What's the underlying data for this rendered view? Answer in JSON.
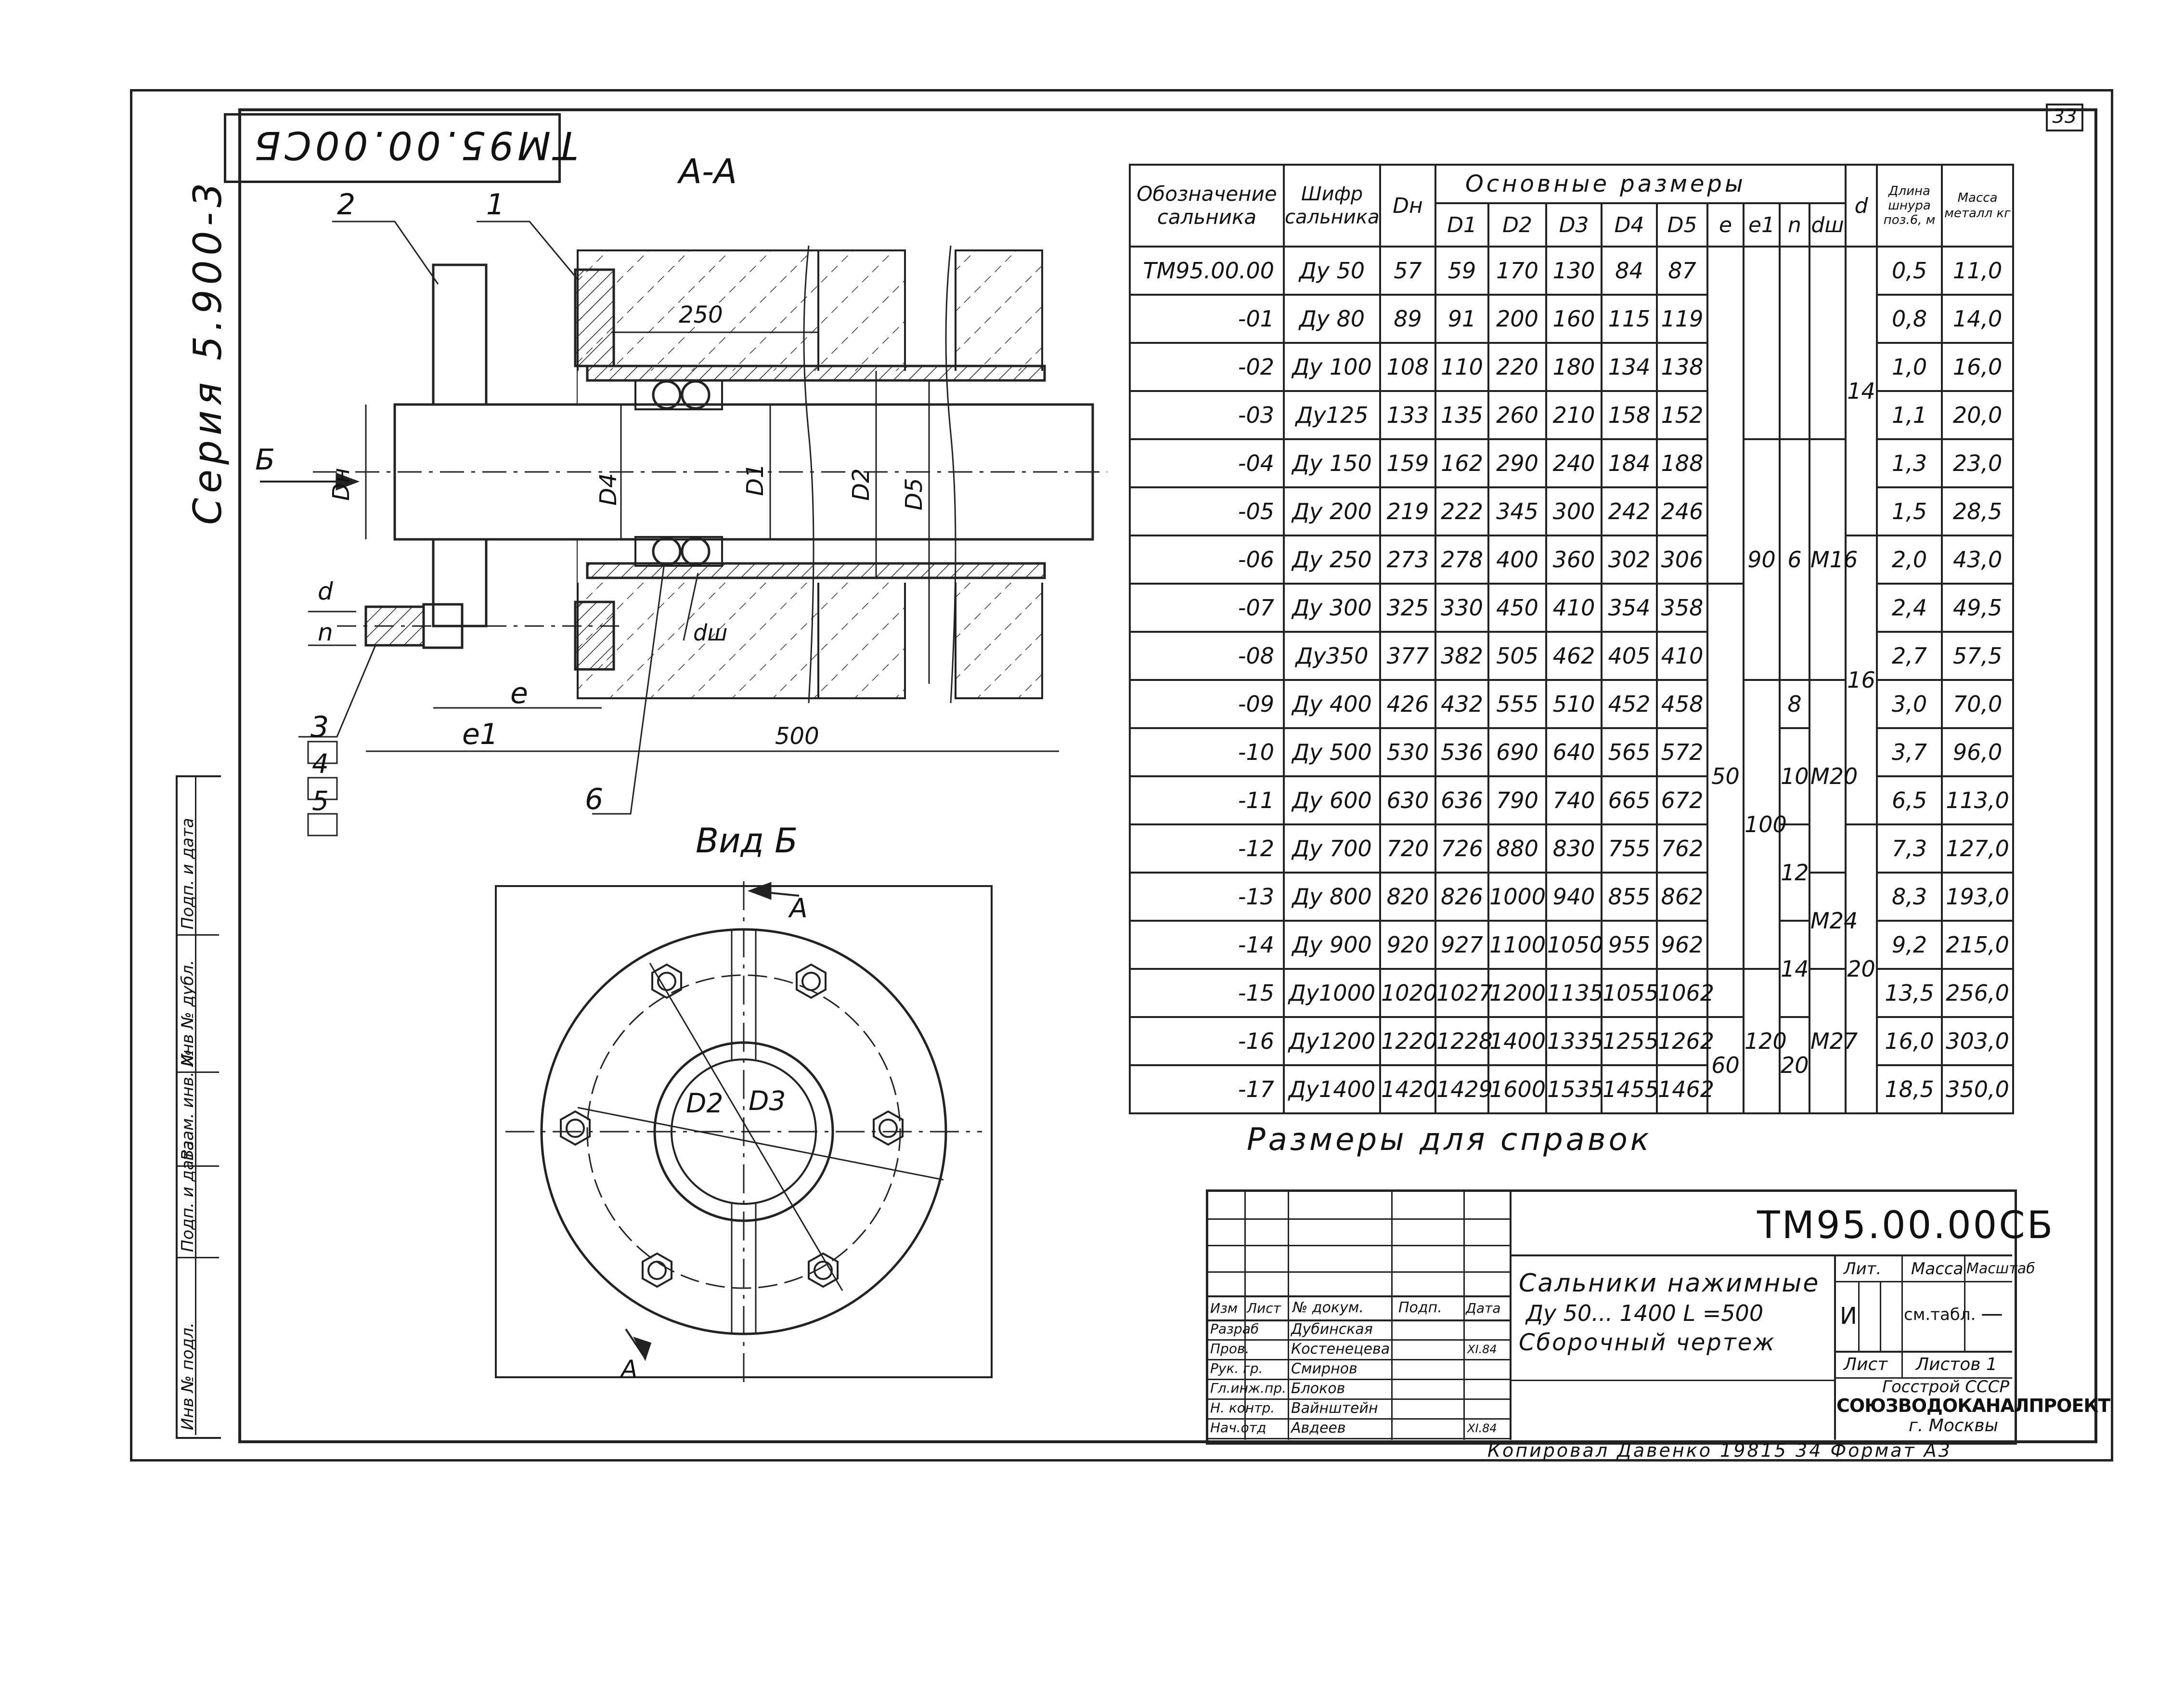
{
  "sheet": {
    "page_number": "33",
    "code_rotated": "ТМ95.00.00СБ",
    "series": "Серия 5.900-3",
    "copy_note": "Копировал Давенко 19815 34 Формат А3"
  },
  "section_view": {
    "title": "А-А",
    "callouts": [
      "2",
      "1",
      "3",
      "4",
      "5",
      "6"
    ],
    "labels": {
      "dn": "Dн",
      "d4": "D4",
      "d1": "D1",
      "d2": "D2",
      "d5": "D5",
      "d": "d",
      "n": "n",
      "dsh": "dш",
      "e": "e",
      "e1": "e1",
      "dim_250": "250",
      "dim_500": "500",
      "arrow_b": "Б"
    }
  },
  "view_b": {
    "title": "Вид Б",
    "cut_a_top": "А",
    "cut_a_bottom": "А",
    "d2": "D2",
    "d3": "D3"
  },
  "dims_table": {
    "headers": {
      "designation": "Обозначение сальника",
      "code": "Шифр сальника",
      "dn": "Dн",
      "main": "Основные размеры",
      "d1": "D1",
      "d2": "D2",
      "d3": "D3",
      "d4": "D4",
      "d5": "D5",
      "e": "e",
      "e1": "e1",
      "n": "n",
      "d": "d",
      "dsh": "dш",
      "cord": "Длина шнура поз.6, м",
      "mass": "Масса металл кг"
    },
    "rows": [
      [
        "ТМ95.00.00",
        "Ду 50",
        "57",
        "59",
        "170",
        "130",
        "84",
        "87",
        "0,5",
        "11,0"
      ],
      [
        "-01",
        "Ду 80",
        "89",
        "91",
        "200",
        "160",
        "115",
        "119",
        "0,8",
        "14,0"
      ],
      [
        "-02",
        "Ду 100",
        "108",
        "110",
        "220",
        "180",
        "134",
        "138",
        "1,0",
        "16,0"
      ],
      [
        "-03",
        "Ду125",
        "133",
        "135",
        "260",
        "210",
        "158",
        "152",
        "1,1",
        "20,0"
      ],
      [
        "-04",
        "Ду 150",
        "159",
        "162",
        "290",
        "240",
        "184",
        "188",
        "1,3",
        "23,0"
      ],
      [
        "-05",
        "Ду 200",
        "219",
        "222",
        "345",
        "300",
        "242",
        "246",
        "1,5",
        "28,5"
      ],
      [
        "-06",
        "Ду 250",
        "273",
        "278",
        "400",
        "360",
        "302",
        "306",
        "2,0",
        "43,0"
      ],
      [
        "-07",
        "Ду 300",
        "325",
        "330",
        "450",
        "410",
        "354",
        "358",
        "2,4",
        "49,5"
      ],
      [
        "-08",
        "Ду350",
        "377",
        "382",
        "505",
        "462",
        "405",
        "410",
        "2,7",
        "57,5"
      ],
      [
        "-09",
        "Ду 400",
        "426",
        "432",
        "555",
        "510",
        "452",
        "458",
        "3,0",
        "70,0"
      ],
      [
        "-10",
        "Ду 500",
        "530",
        "536",
        "690",
        "640",
        "565",
        "572",
        "3,7",
        "96,0"
      ],
      [
        "-11",
        "Ду 600",
        "630",
        "636",
        "790",
        "740",
        "665",
        "672",
        "6,5",
        "113,0"
      ],
      [
        "-12",
        "Ду 700",
        "720",
        "726",
        "880",
        "830",
        "755",
        "762",
        "7,3",
        "127,0"
      ],
      [
        "-13",
        "Ду 800",
        "820",
        "826",
        "1000",
        "940",
        "855",
        "862",
        "8,3",
        "193,0"
      ],
      [
        "-14",
        "Ду 900",
        "920",
        "927",
        "1100",
        "1050",
        "955",
        "962",
        "9,2",
        "215,0"
      ],
      [
        "-15",
        "Ду1000",
        "1020",
        "1027",
        "1200",
        "1135",
        "1055",
        "1062",
        "13,5",
        "256,0"
      ],
      [
        "-16",
        "Ду1200",
        "1220",
        "1228",
        "1400",
        "1335",
        "1255",
        "1262",
        "16,0",
        "303,0"
      ],
      [
        "-17",
        "Ду1400",
        "1420",
        "1429",
        "1600",
        "1535",
        "1455",
        "1462",
        "18,5",
        "350,0"
      ]
    ],
    "merged": {
      "e_50": "50",
      "e_60": "60",
      "e1_90": "90",
      "e1_100": "100",
      "e1_120": "120",
      "n_6": "6",
      "n_8": "8",
      "n_10": "10",
      "n_12": "12",
      "n_14": "14",
      "n_20": "20",
      "d_m16": "М16",
      "d_m20": "М20",
      "d_m24": "М24",
      "d_m27": "М27",
      "dsh_14": "14",
      "dsh_16": "16",
      "dsh_20": "20"
    }
  },
  "reference_note": "Размеры для справок",
  "title_block": {
    "code": "ТМ95.00.00СБ",
    "name_l1": "Сальники нажимные",
    "name_l2": "Ду 50... 1400 L =500",
    "name_l3": "Сборочный чертеж",
    "hdr_izm": "Изм",
    "hdr_list": "Лист",
    "hdr_doc": "№ докум.",
    "hdr_podp": "Подп.",
    "hdr_data": "Дата",
    "staff": [
      {
        "role": "Разраб",
        "name": "Дубинская",
        "date": ""
      },
      {
        "role": "Пров.",
        "name": "Костенецева",
        "date": "XI.84"
      },
      {
        "role": "Рук. гр.",
        "name": "Смирнов",
        "date": ""
      },
      {
        "role": "Гл.инж.пр.",
        "name": "Блоков",
        "date": ""
      },
      {
        "role": "Н. контр.",
        "name": "Вайнштейн",
        "date": ""
      },
      {
        "role": "Нач.отд",
        "name": "Авдеев",
        "date": "XI.84"
      }
    ],
    "lit_hdr": "Лит.",
    "mass_hdr": "Масса",
    "scale_hdr": "Масштаб",
    "lit": "И",
    "mass": "см.табл.",
    "scale": "—",
    "sheet": "Лист",
    "sheets": "Листов 1",
    "org1": "Госстрой СССР",
    "org2": "СОЮЗВОДОКАНАЛПРОЕКТ",
    "org3": "г. Москвы"
  },
  "left_strip": [
    "Инв № подл.",
    "Подп. и дата",
    "Взам. инв. №",
    "Инв № дубл.",
    "Подп. и дата"
  ]
}
